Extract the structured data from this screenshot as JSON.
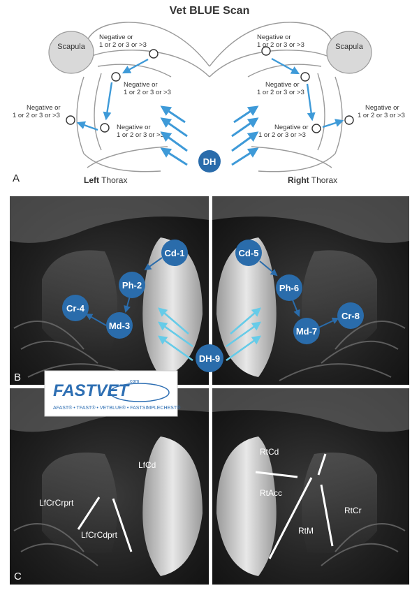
{
  "title": "Vet BLUE Scan",
  "scapula_label": "Scapula",
  "result_line1": "Negative or",
  "result_line2": "1 or 2 or 3 or >3",
  "left_thorax_bold": "Left",
  "right_thorax_bold": "Right",
  "thorax_word": "Thorax",
  "dh_badge": "DH",
  "panel_labels": {
    "a": "A",
    "b": "B",
    "c": "C"
  },
  "sites": {
    "cd1": "Cd-1",
    "ph2": "Ph-2",
    "md3": "Md-3",
    "cr4": "Cr-4",
    "cd5": "Cd-5",
    "ph6": "Ph-6",
    "md7": "Md-7",
    "cr8": "Cr-8",
    "dh9": "DH-9"
  },
  "lobes": {
    "lfcd": "LfCd",
    "lfcrcrprt": "LfCrCrprt",
    "lfcrcdprt": "LfCrCdprt",
    "rtcd": "RtCd",
    "rtacc": "RtAcc",
    "rtm": "RtM",
    "rtcr": "RtCr"
  },
  "logo": {
    "brand": "FASTVET",
    "domain": ".com",
    "tagline": "AFAST® • TFAST® • VETBLUE® • FASTSIMPLECHEST®"
  },
  "colors": {
    "badge": "#2a6cab",
    "arrow_a": "#3e9ad8",
    "arrow_b": "#66cbe8"
  }
}
